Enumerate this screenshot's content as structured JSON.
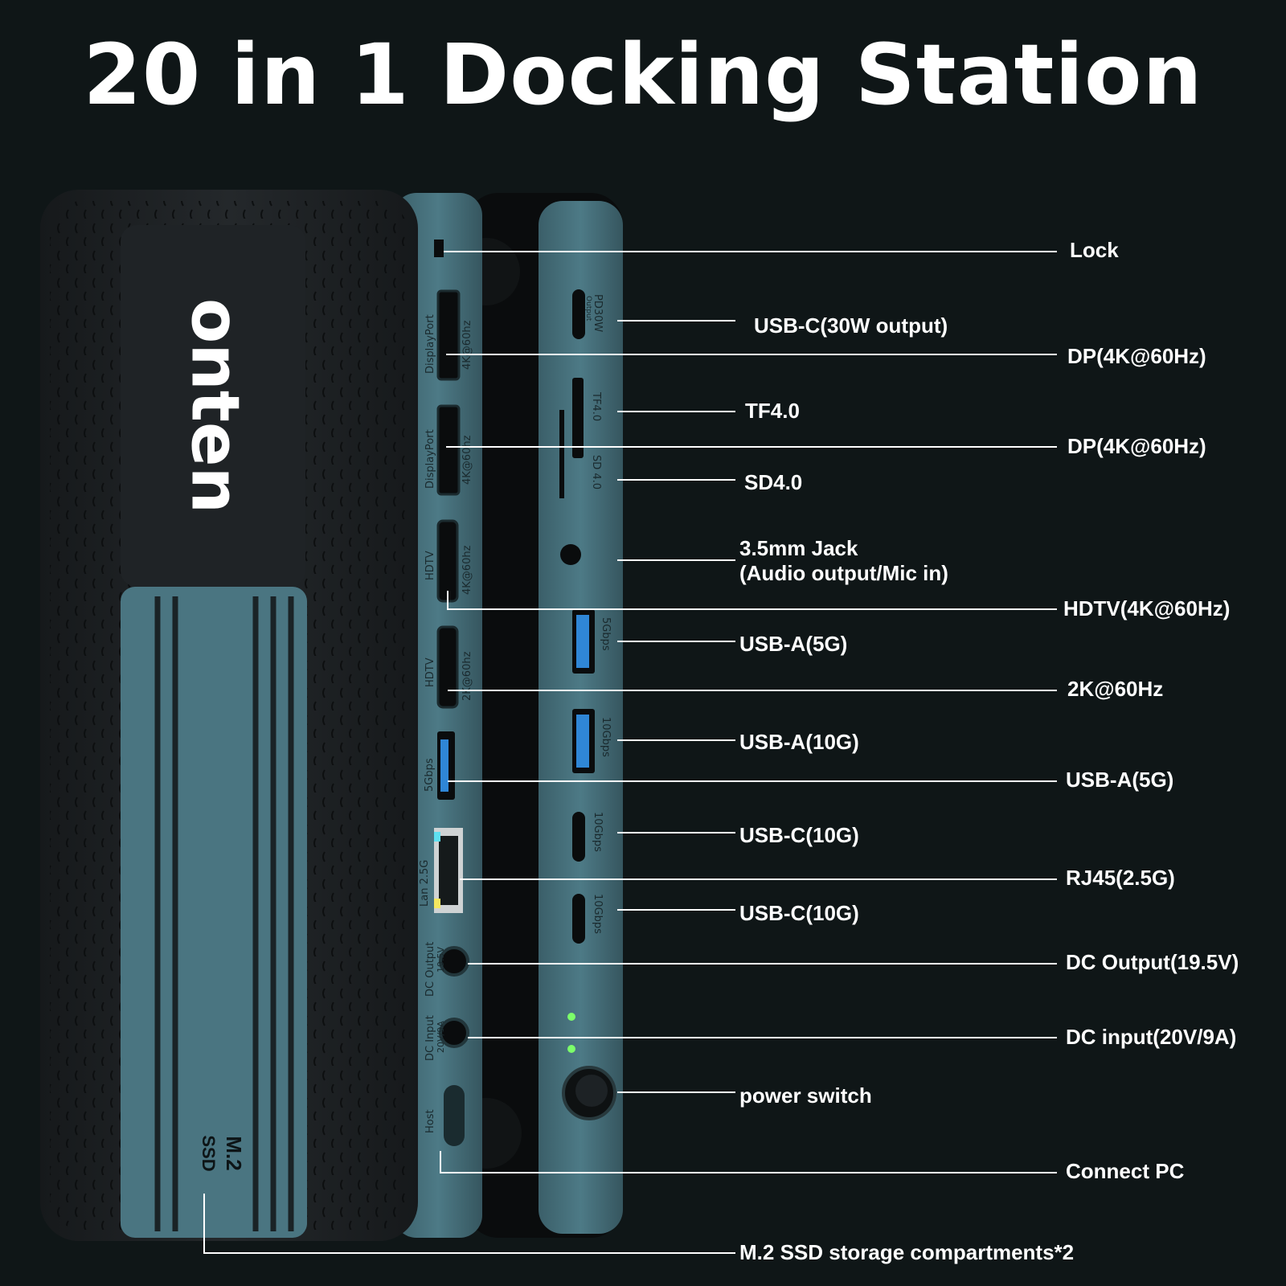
{
  "title": "20 in 1 Docking Station",
  "device": {
    "brand_logo": "onten",
    "ssd_mark_line1": "M.2",
    "ssd_mark_line2": "SSD",
    "port_labels": {
      "displayport": "DisplayPort",
      "dp_rate": "4K@60hz",
      "hdtv": "HDTV",
      "hdtv1_rate": "4K@60hz",
      "hdtv2_rate": "2K@60hz",
      "usb5": "5Gbps",
      "lan": "Lan 2.5G",
      "dc_output": "DC Output",
      "dc_output_volt": "19.5V",
      "dc_input": "DC Input",
      "dc_input_rating": "20V/9A",
      "host": "Host",
      "pd": "PD30W",
      "pd_sub": "Output",
      "tf": "TF4.0",
      "sd": "SD 4.0",
      "usb10": "10Gbps"
    }
  },
  "callouts": {
    "lock": "Lock",
    "usbc30": "USB-C(30W output)",
    "dp1": "DP(4K@60Hz)",
    "tf": "TF4.0",
    "dp2": "DP(4K@60Hz)",
    "sd": "SD4.0",
    "jack_line1": "3.5mm Jack",
    "jack_line2": "(Audio output/Mic in)",
    "hdtv": "HDTV(4K@60Hz)",
    "usba5_front": "USB-A(5G)",
    "hdtv2k": "2K@60Hz",
    "usba10": "USB-A(10G)",
    "usba5_side": "USB-A(5G)",
    "usbc10_1": "USB-C(10G)",
    "rj45": "RJ45(2.5G)",
    "usbc10_2": "USB-C(10G)",
    "dc_out": "DC Output(19.5V)",
    "dc_in": "DC input(20V/9A)",
    "power": "power switch",
    "host": "Connect PC",
    "m2": "M.2 SSD storage compartments*2"
  },
  "colors": {
    "background": "#0f1617",
    "body_black": "#1c1f21",
    "panel_teal": "#46707b",
    "panel_dark": "#2f4c55",
    "usb_blue": "#2f86d6",
    "led_green": "#7cff6a",
    "line": "#ffffff"
  }
}
